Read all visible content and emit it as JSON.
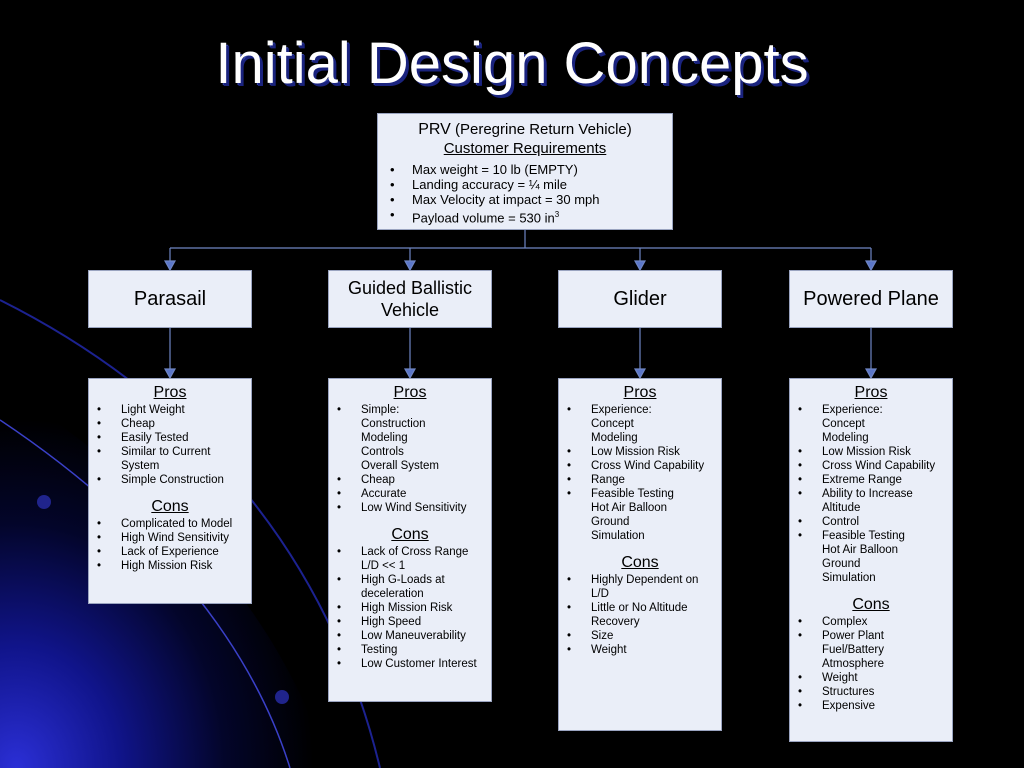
{
  "slide": {
    "title": "Initial Design Concepts"
  },
  "root": {
    "abbr": "PRV",
    "full_name": "(Peregrine Return Vehicle)",
    "subtitle": "Customer Requirements",
    "requirements": [
      "Max weight = 10 lb (EMPTY)",
      "Landing accuracy = ¼ mile",
      "Max Velocity at impact = 30 mph",
      "Payload volume = 530 in"
    ],
    "payload_superscript": "3"
  },
  "concepts": [
    {
      "name": "Parasail",
      "pros_label": "Pros",
      "cons_label": "Cons",
      "pros": [
        {
          "text": "Light Weight",
          "sub": []
        },
        {
          "text": "Cheap",
          "sub": []
        },
        {
          "text": "Easily Tested",
          "sub": []
        },
        {
          "text": "Similar to Current System",
          "sub": []
        },
        {
          "text": "Simple Construction",
          "sub": []
        }
      ],
      "cons": [
        {
          "text": "Complicated to Model",
          "sub": []
        },
        {
          "text": "High Wind Sensitivity",
          "sub": []
        },
        {
          "text": "Lack of Experience",
          "sub": []
        },
        {
          "text": "High Mission Risk",
          "sub": []
        }
      ]
    },
    {
      "name": "Guided Ballistic Vehicle",
      "pros_label": "Pros",
      "cons_label": "Cons",
      "pros": [
        {
          "text": "Simple:",
          "sub": [
            "Construction",
            "Modeling",
            "Controls",
            "Overall System"
          ]
        },
        {
          "text": "Cheap",
          "sub": []
        },
        {
          "text": "Accurate",
          "sub": []
        },
        {
          "text": "Low Wind Sensitivity",
          "sub": []
        }
      ],
      "cons": [
        {
          "text": "Lack of Cross Range",
          "sub": [
            "L/D << 1"
          ]
        },
        {
          "text": "High G-Loads at deceleration",
          "sub": []
        },
        {
          "text": "High Mission Risk",
          "sub": []
        },
        {
          "text": "High Speed",
          "sub": []
        },
        {
          "text": "Low Maneuverability",
          "sub": []
        },
        {
          "text": "Testing",
          "sub": []
        },
        {
          "text": "Low Customer Interest",
          "sub": []
        }
      ]
    },
    {
      "name": "Glider",
      "pros_label": "Pros",
      "cons_label": "Cons",
      "pros": [
        {
          "text": "Experience:",
          "sub": [
            "Concept",
            "Modeling"
          ]
        },
        {
          "text": "Low Mission Risk",
          "sub": []
        },
        {
          "text": "Cross Wind Capability",
          "sub": []
        },
        {
          "text": "Range",
          "sub": []
        },
        {
          "text": "Feasible Testing",
          "sub": [
            "Hot Air Balloon",
            "Ground",
            "Simulation"
          ]
        }
      ],
      "cons": [
        {
          "text": "Highly Dependent on L/D",
          "sub": []
        },
        {
          "text": "Little or No Altitude Recovery",
          "sub": []
        },
        {
          "text": "Size",
          "sub": []
        },
        {
          "text": "Weight",
          "sub": []
        }
      ]
    },
    {
      "name": "Powered Plane",
      "pros_label": "Pros",
      "cons_label": "Cons",
      "pros": [
        {
          "text": "Experience:",
          "sub": [
            "Concept",
            "Modeling"
          ]
        },
        {
          "text": "Low Mission Risk",
          "sub": []
        },
        {
          "text": "Cross Wind Capability",
          "sub": []
        },
        {
          "text": "Extreme Range",
          "sub": []
        },
        {
          "text": "Ability to Increase Altitude",
          "sub": []
        },
        {
          "text": "Control",
          "sub": []
        },
        {
          "text": "Feasible Testing",
          "sub": [
            "Hot Air Balloon",
            "Ground",
            "Simulation"
          ]
        }
      ],
      "cons": [
        {
          "text": "Complex",
          "sub": []
        },
        {
          "text": "Power Plant",
          "sub": [
            "Fuel/Battery",
            "Atmosphere"
          ]
        },
        {
          "text": "Weight",
          "sub": []
        },
        {
          "text": "Structures",
          "sub": []
        },
        {
          "text": "Expensive",
          "sub": []
        }
      ]
    }
  ],
  "colors": {
    "background": "#000000",
    "box_fill": "#eaeef8",
    "connector": "#6f86c4",
    "title_shadow": "#1a237e"
  }
}
